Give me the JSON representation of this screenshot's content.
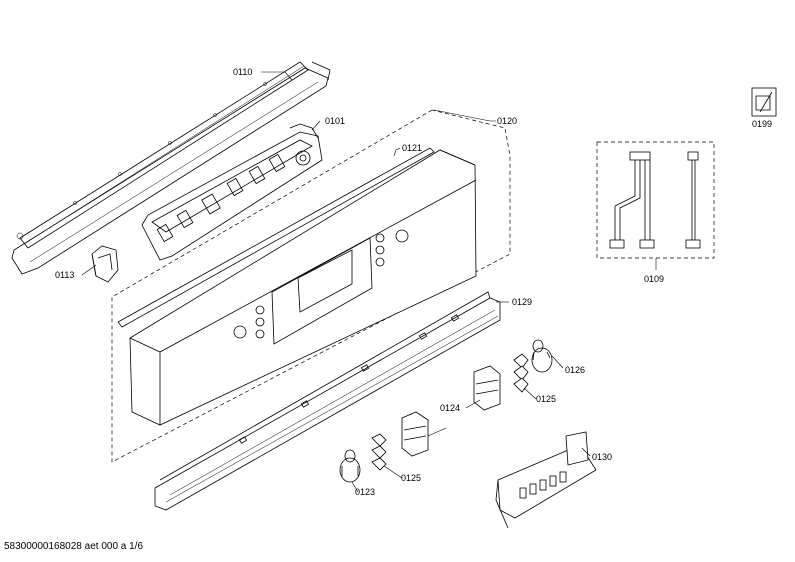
{
  "labels": {
    "p0110": "0110",
    "p0101": "0101",
    "p0120": "0120",
    "p0121": "0121",
    "p0113": "0113",
    "p0129": "0129",
    "p0126": "0126",
    "p0125a": "0125",
    "p0124": "0124",
    "p0125b": "0125",
    "p0123": "0123",
    "p0130": "0130",
    "p0109": "0109",
    "p0199": "0199"
  },
  "footer": "58300000168028 aet 000 a 1/6"
}
